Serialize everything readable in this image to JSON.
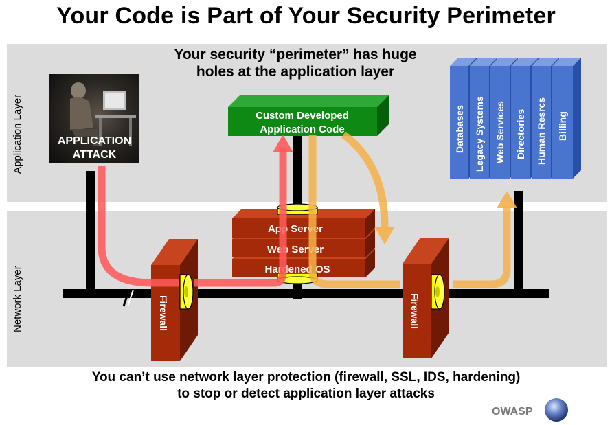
{
  "title": "Your Code is Part of Your Security Perimeter",
  "headline": {
    "line1": "Your security “perimeter” has huge",
    "line2": "holes at the application layer"
  },
  "layers": {
    "application": "Application Layer",
    "network": "Network Layer"
  },
  "attack": {
    "line1": "APPLICATION",
    "line2": "ATTACK"
  },
  "custom_code": {
    "line1": "Custom Developed",
    "line2": "Application Code"
  },
  "server_stack": [
    "App Server",
    "Web Server",
    "Hardened OS"
  ],
  "firewall_label": "Firewall",
  "backend_systems": [
    "Databases",
    "Legacy Systems",
    "Web Services",
    "Directories",
    "Human Resrcs",
    "Billing"
  ],
  "bottom_text": {
    "line1": "You can’t use network layer protection (firewall, SSL, IDS, hardening)",
    "line2": "to stop or detect application layer attacks"
  },
  "brand": "OWASP",
  "colors": {
    "band": "#dcdcdc",
    "server_red": "#a52a0a",
    "firewall_red": "#a52a0a",
    "code_green": "#0e8a14",
    "backend_blue": "#4a75cf",
    "attack_arrow": "#ff5a5a",
    "response_arrow": "#f5b04a",
    "ring_yellow": "#ffff00"
  }
}
